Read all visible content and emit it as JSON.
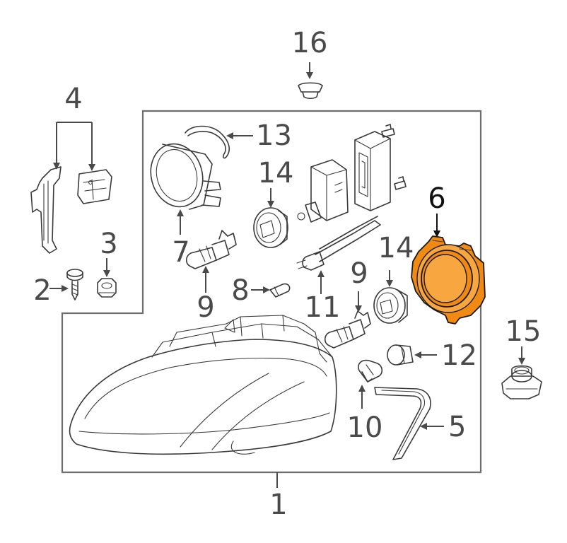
{
  "parts": {
    "p1": "1",
    "p2": "2",
    "p3": "3",
    "p4": "4",
    "p5": "5",
    "p6": "6",
    "p7": "7",
    "p8": "8",
    "p9a": "9",
    "p9b": "9",
    "p10": "10",
    "p11": "11",
    "p12": "12",
    "p13": "13",
    "p14a": "14",
    "p14b": "14",
    "p15": "15",
    "p16": "16"
  },
  "colors": {
    "highlight": "#f08a13",
    "line": "#3a3a3a",
    "frame": "#6e6e6e"
  },
  "highlighted_part": "6"
}
